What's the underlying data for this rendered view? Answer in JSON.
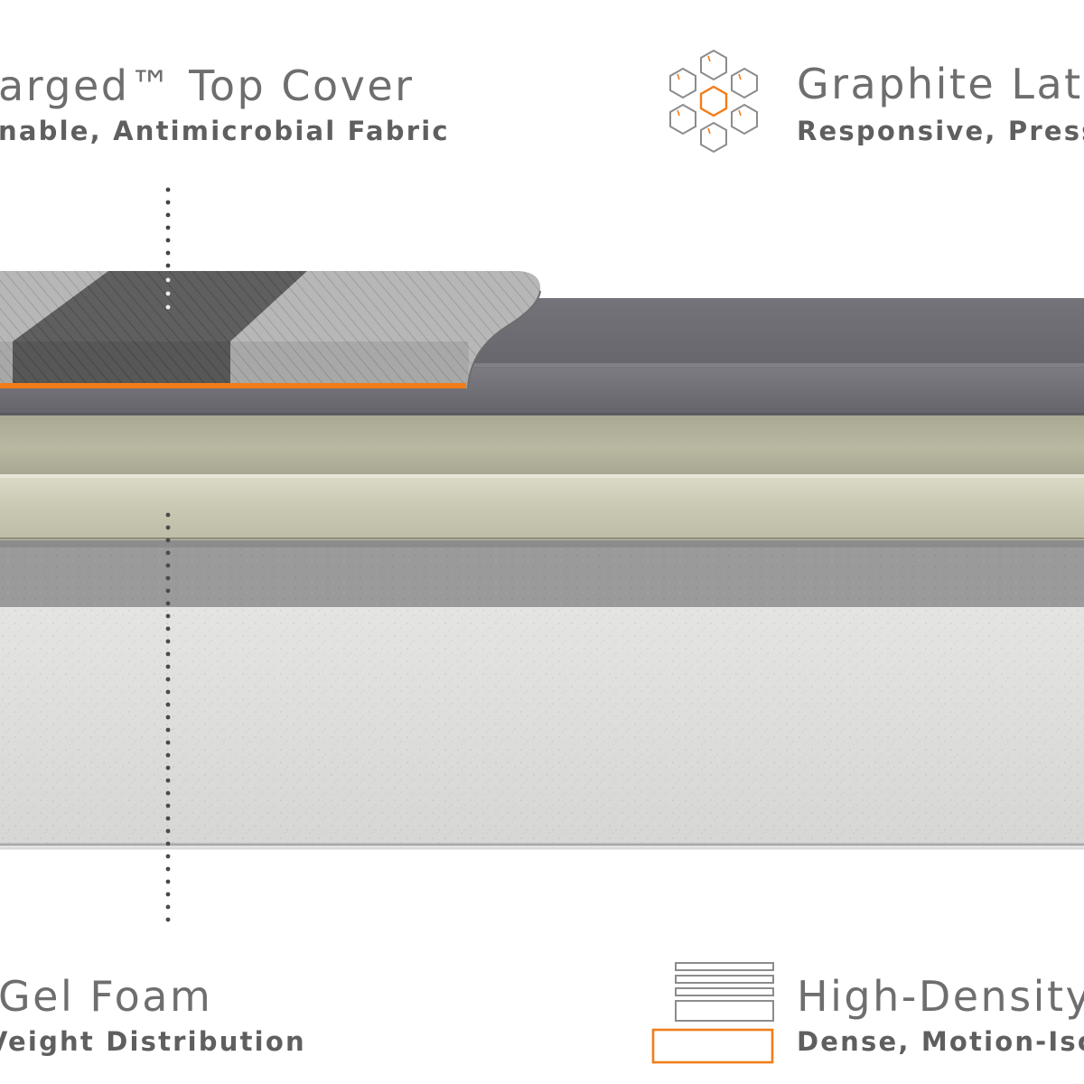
{
  "labels": {
    "top_left": {
      "title": "arged™ Top Cover",
      "subtitle": "nable, Antimicrobial Fabric"
    },
    "top_right": {
      "title": "Graphite Lat",
      "subtitle": "Responsive, Press"
    },
    "bottom_left": {
      "title": "Gel Foam",
      "subtitle": "Veight Distribution"
    },
    "bottom_right": {
      "title": "High-Density",
      "subtitle": "Dense, Motion-Isc"
    }
  },
  "icons": {
    "top_right": "hexagon-cluster-icon",
    "bottom_right": "stacked-layers-icon"
  },
  "colors": {
    "accent": "#f07d1a",
    "cover_light": "#b4b4b4",
    "cover_dark": "#5c5c5c",
    "graphite_latex": "#6b6a70",
    "gel_foam": "#c8c7b1",
    "support_foam": "#e3e3e1",
    "label_text": "#6e6e6e"
  }
}
